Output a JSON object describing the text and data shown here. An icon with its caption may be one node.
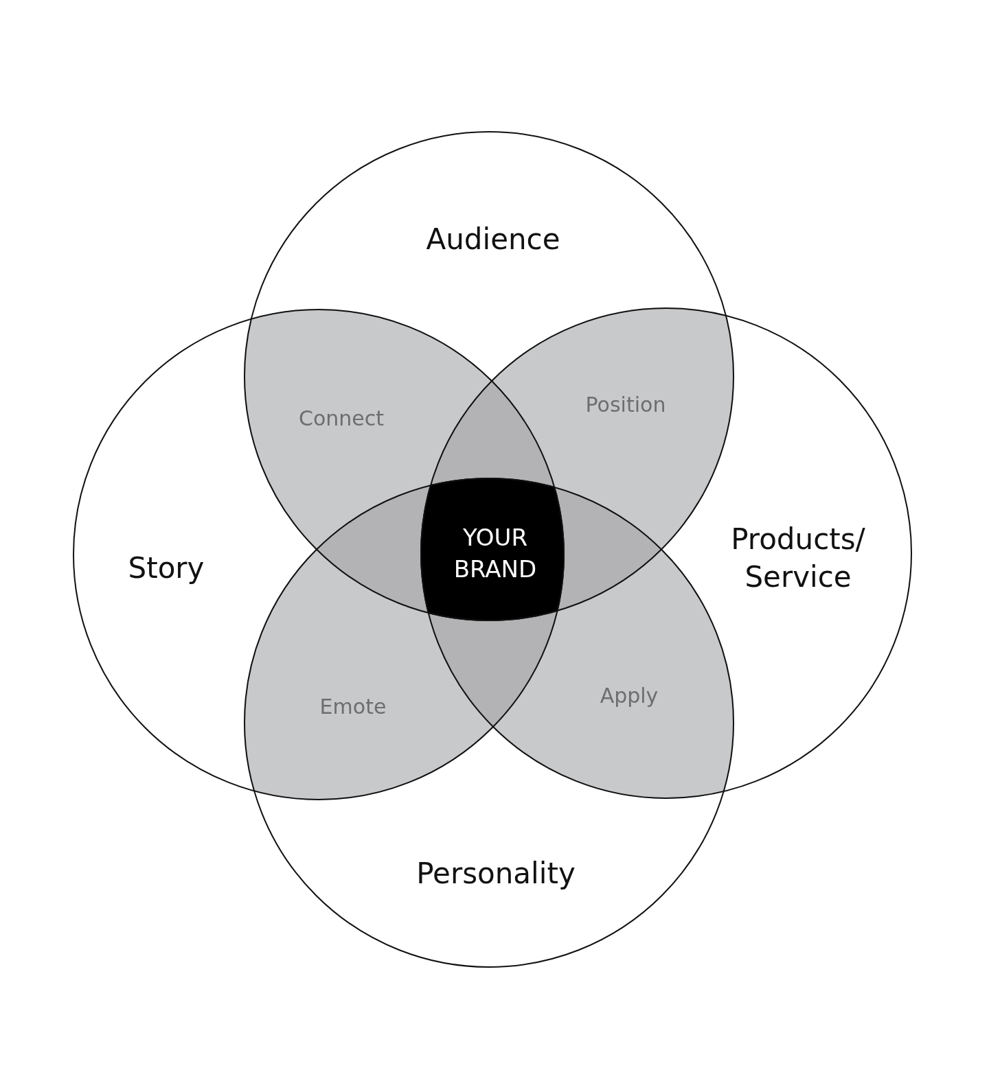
{
  "diagram": {
    "nodes": [
      {
        "text": [
          "Audience"
        ]
      },
      {
        "text": [
          "Connect"
        ]
      },
      {
        "text": [
          "Position"
        ]
      },
      {
        "text": [
          "Story"
        ]
      },
      {
        "text": [
          "YOUR BRAND"
        ]
      },
      {
        "text": [
          "Products/ Service"
        ]
      },
      {
        "text": [
          "Emote"
        ]
      },
      {
        "text": [
          "Apply"
        ]
      },
      {
        "text": [
          "Personality"
        ]
      }
    ]
  }
}
